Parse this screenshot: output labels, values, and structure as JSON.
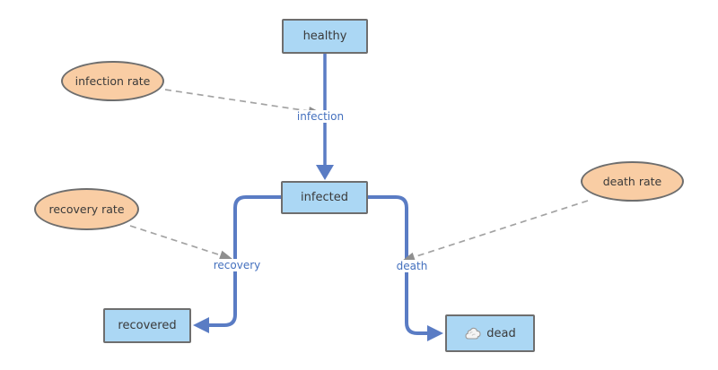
{
  "diagram": {
    "nodes": {
      "healthy": {
        "label": "healthy"
      },
      "infected": {
        "label": "infected"
      },
      "recovered": {
        "label": "recovered"
      },
      "dead": {
        "label": "dead",
        "icon": "cloud-icon"
      }
    },
    "variables": {
      "infection_rate": {
        "label": "infection rate"
      },
      "recovery_rate": {
        "label": "recovery rate"
      },
      "death_rate": {
        "label": "death rate"
      }
    },
    "transitions": {
      "infection": {
        "label": "infection",
        "from": "healthy",
        "to": "infected"
      },
      "recovery": {
        "label": "recovery",
        "from": "infected",
        "to": "recovered"
      },
      "death": {
        "label": "death",
        "from": "infected",
        "to": "dead"
      }
    },
    "colors": {
      "node_fill": "#abd7f4",
      "node_border": "#6e6e6e",
      "variable_fill": "#f9cda4",
      "connector_blue": "#5a7cc4",
      "dashed_gray": "#a3a3a3",
      "transition_text": "#4470be",
      "node_text": "#3a3a3a",
      "background": "#ffffff"
    }
  }
}
